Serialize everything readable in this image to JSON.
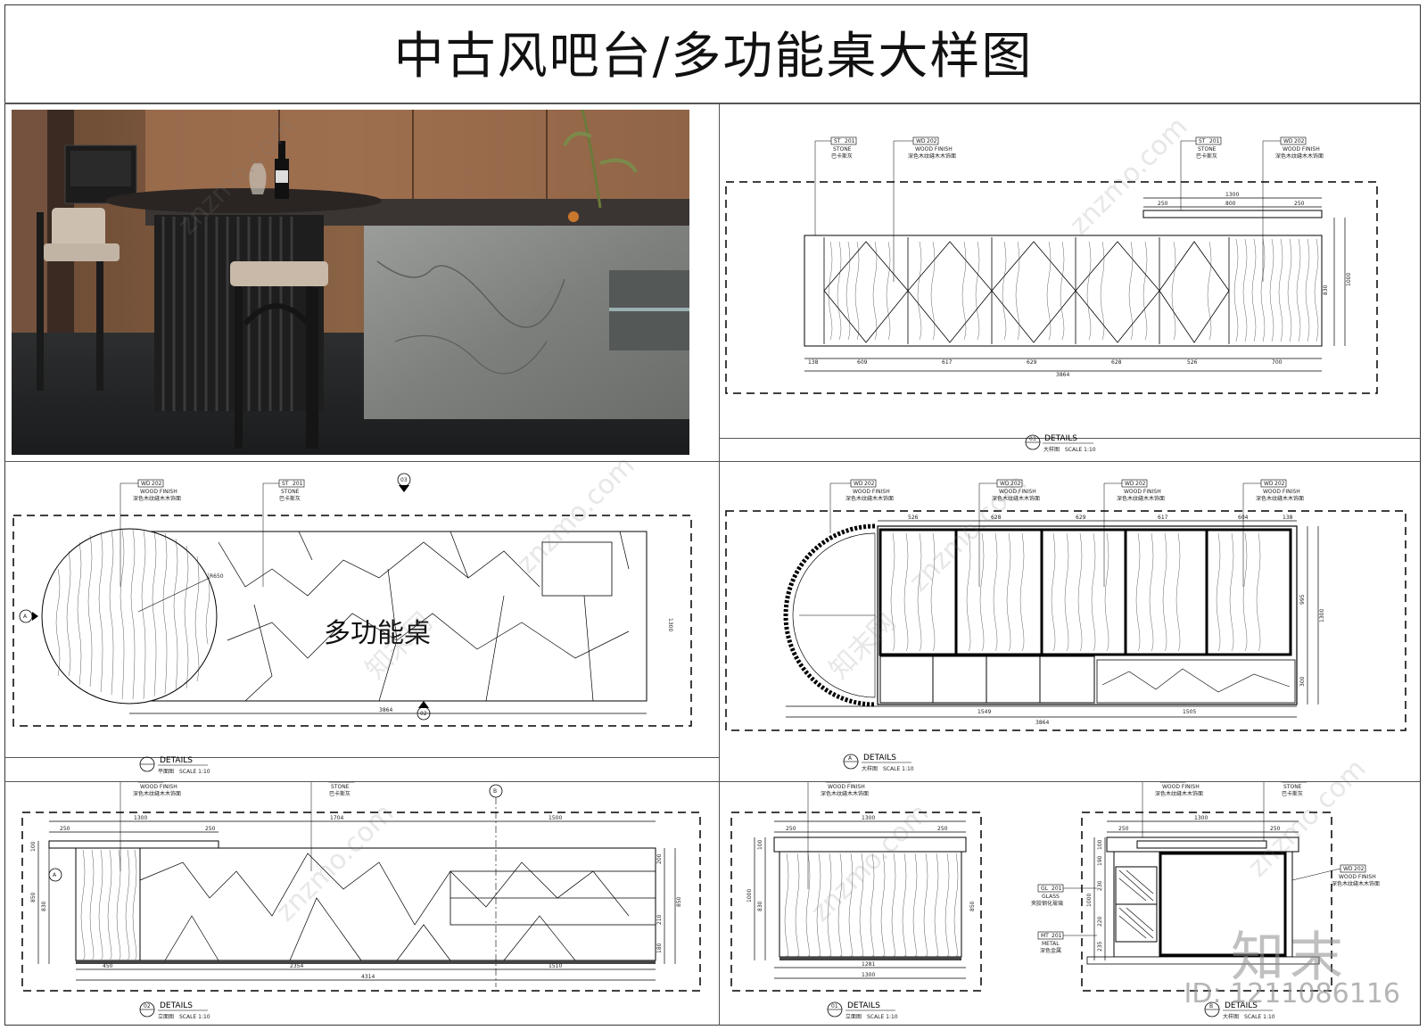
{
  "title": "中古风吧台/多功能桌大样图",
  "tags": {
    "wood": {
      "code": "WD",
      "num": "202",
      "en": "WOOD FINISH",
      "cn": "深色木纹缝木木饰面"
    },
    "stone": {
      "code": "ST",
      "num": "201",
      "en": "STONE",
      "cn": "巴卡斯灰"
    },
    "glass": {
      "code": "GL",
      "num": "201",
      "en": "GLASS",
      "cn": "夹胶钢化玻璃"
    },
    "metal": {
      "code": "MT",
      "num": "201",
      "en": "METAL",
      "cn": "深色金属"
    }
  },
  "panels": {
    "top_right": {
      "num": "03",
      "heading": "DETAILS",
      "sub": "大样图",
      "scale": "SCALE 1:10",
      "dims_bottom": [
        "138",
        "609",
        "617",
        "629",
        "628",
        "526",
        "700"
      ],
      "total": "3864",
      "dims_top": [
        "250",
        "800",
        "250"
      ],
      "top_total": "1300",
      "side": [
        "830",
        "1000"
      ]
    },
    "mid_left": {
      "num": "",
      "heading": "DETAILS",
      "sub": "平面图",
      "scale": "SCALE 1:10",
      "label": "多功能桌",
      "radius": "R650",
      "total": "3864",
      "side": "1300",
      "marker_a": "A",
      "marker_03": "03",
      "marker_02": "02"
    },
    "mid_right": {
      "num": "A",
      "heading": "DETAILS",
      "sub": "大样图",
      "scale": "SCALE 1:10",
      "dims_top": [
        "526",
        "628",
        "629",
        "617",
        "604",
        "138"
      ],
      "dims_bottom": [
        "1549",
        "1505"
      ],
      "total": "3864",
      "side": [
        "995",
        "1300",
        "300"
      ]
    },
    "bot_left": {
      "num": "02",
      "heading": "DETAILS",
      "sub": "立面图",
      "scale": "SCALE 1:10",
      "dims_top": [
        "250",
        "1300",
        "250",
        "1704",
        "1500"
      ],
      "dims_bottom": [
        "450",
        "2354",
        "1510"
      ],
      "total": "4314",
      "side_left": [
        "100",
        "850",
        "830"
      ],
      "side_right": [
        "200",
        "850",
        "210",
        "180"
      ],
      "marker_a": "A",
      "marker_b": "B"
    },
    "bot_mid": {
      "num": "01",
      "heading": "DETAILS",
      "sub": "立面图",
      "scale": "SCALE 1:10",
      "dims_top": [
        "250",
        "1300",
        "250"
      ],
      "dims_bottom": [
        "1281",
        "1300"
      ],
      "side": [
        "100",
        "1000",
        "830",
        "850"
      ]
    },
    "bot_right": {
      "num": "B",
      "heading": "DETAILS",
      "sub": "大样图",
      "scale": "SCALE 1:10",
      "dims_top": [
        "250",
        "1300",
        "250"
      ],
      "side": [
        "100",
        "190",
        "230",
        "1000",
        "220",
        "235"
      ]
    }
  },
  "watermark": "znzmo.com",
  "watermark_cn": "知末网",
  "logo": "知末",
  "id_text": "ID: 1211086116"
}
